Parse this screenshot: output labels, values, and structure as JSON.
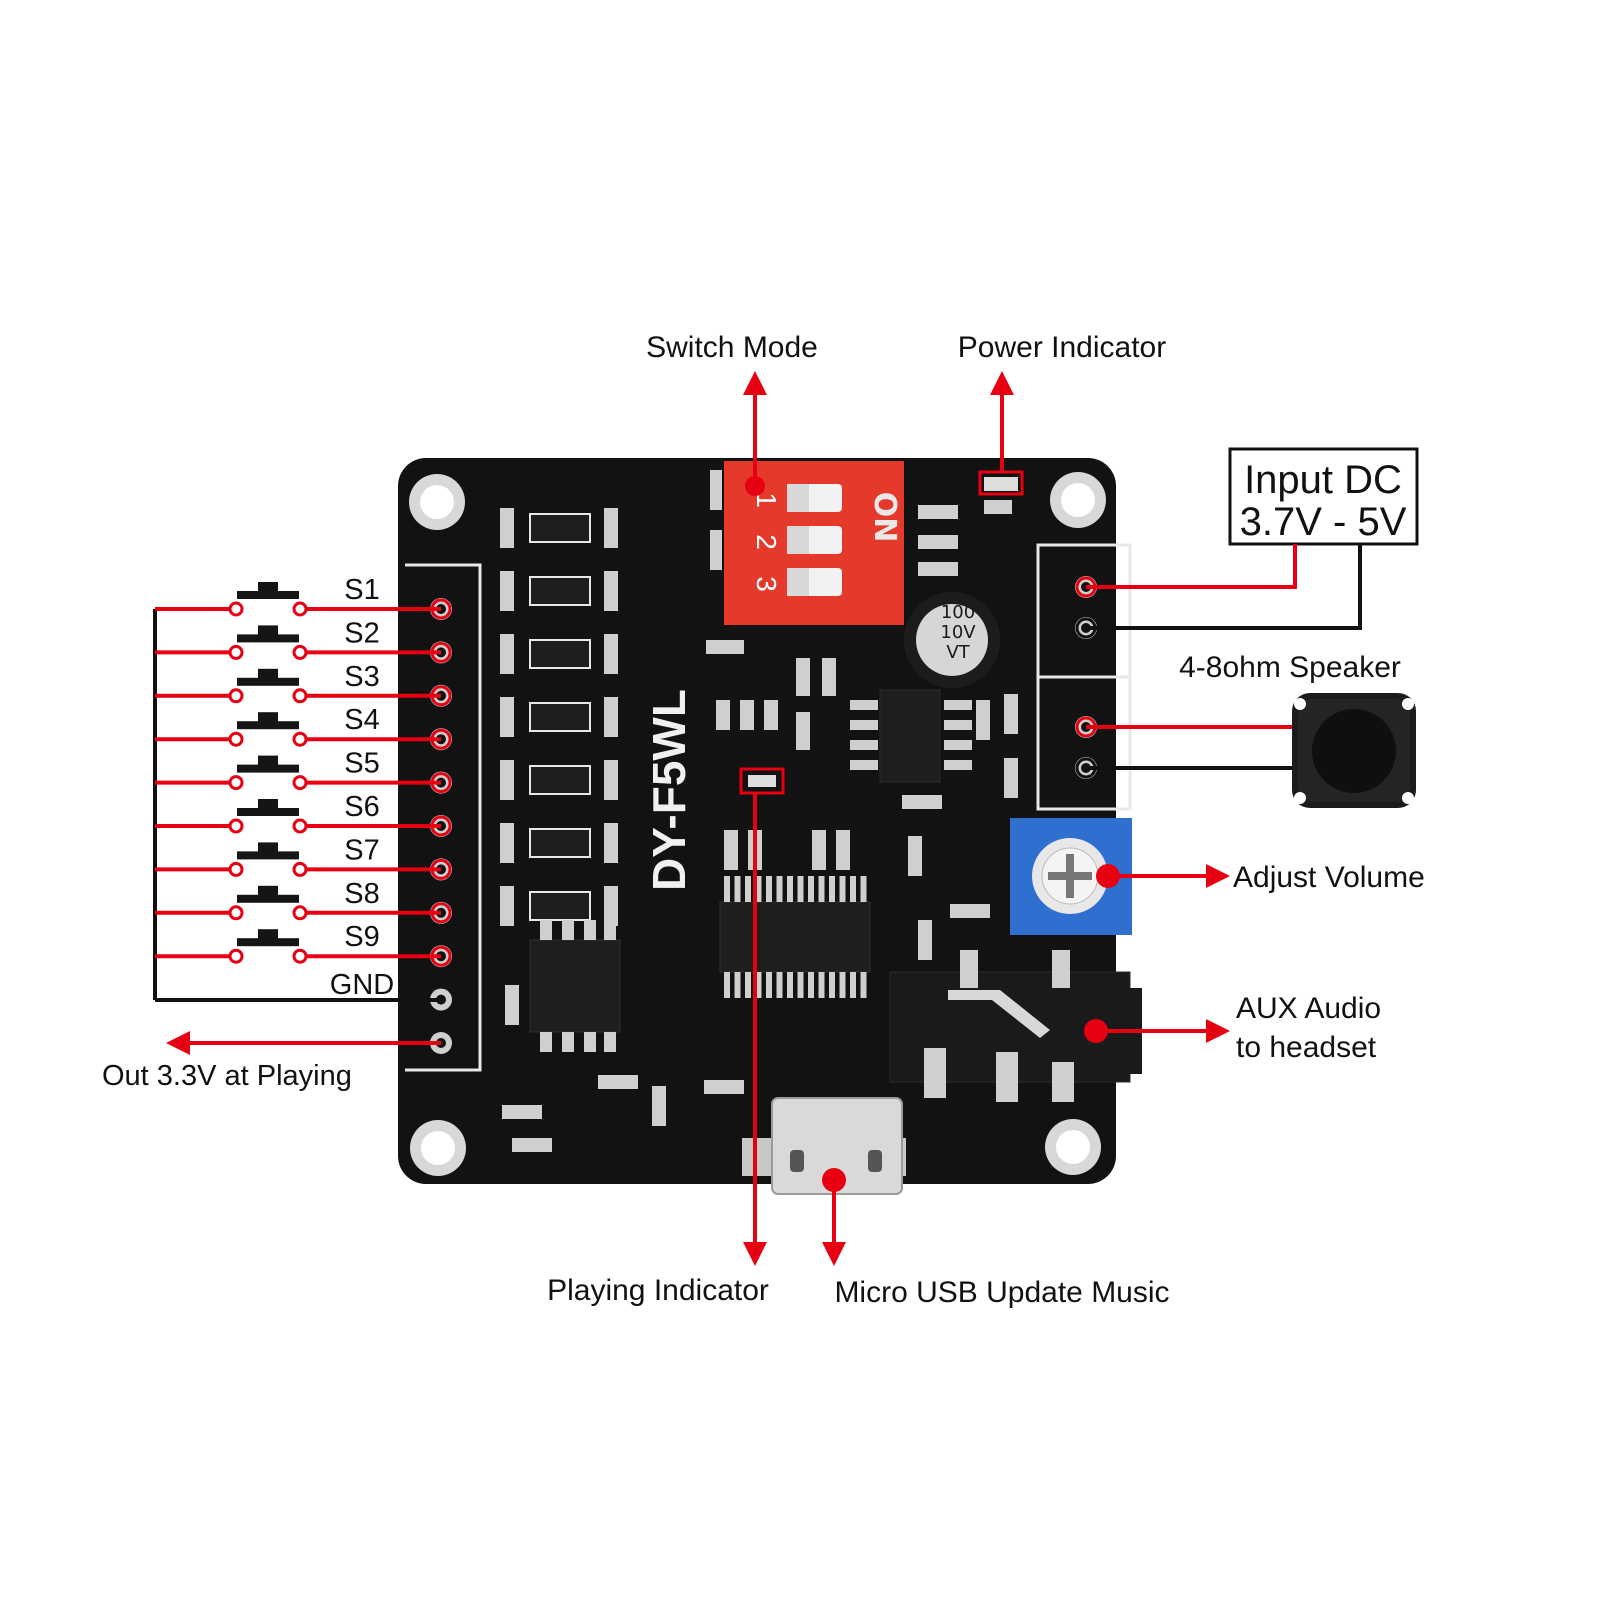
{
  "colors": {
    "background": "#ffffff",
    "pcb": "#121212",
    "pcb_silk": "#e8e8e8",
    "pad": "#c9c9c9",
    "arrow": "#e60012",
    "dip_switch": "#e5392b",
    "potentiometer": "#2f6fd0",
    "button": "#151515"
  },
  "labels": {
    "switch_mode": "Switch Mode",
    "power_indicator": "Power Indicator",
    "input_dc_line1": "Input DC",
    "input_dc_line2": "3.7V - 5V",
    "speaker": "4-8ohm Speaker",
    "adjust_volume": "Adjust Volume",
    "aux_line1": "AUX Audio",
    "aux_line2": "to headset",
    "playing_indicator": "Playing Indicator",
    "micro_usb": "Micro USB Update Music",
    "out_33v": "Out 3.3V at Playing",
    "gnd": "GND"
  },
  "buttons": [
    "S1",
    "S2",
    "S3",
    "S4",
    "S5",
    "S6",
    "S7",
    "S8",
    "S9"
  ],
  "board": {
    "model": "DY-F5WL",
    "dip_on_label": "ON",
    "dip_numbers": [
      "1",
      "2",
      "3"
    ],
    "capacitor_lines": [
      "100",
      "10V",
      "VT"
    ]
  },
  "icons": [
    "push-button-icon",
    "speaker-icon",
    "dip-switch-icon",
    "potentiometer-icon",
    "audio-jack-icon",
    "micro-usb-port-icon",
    "capacitor-icon"
  ]
}
